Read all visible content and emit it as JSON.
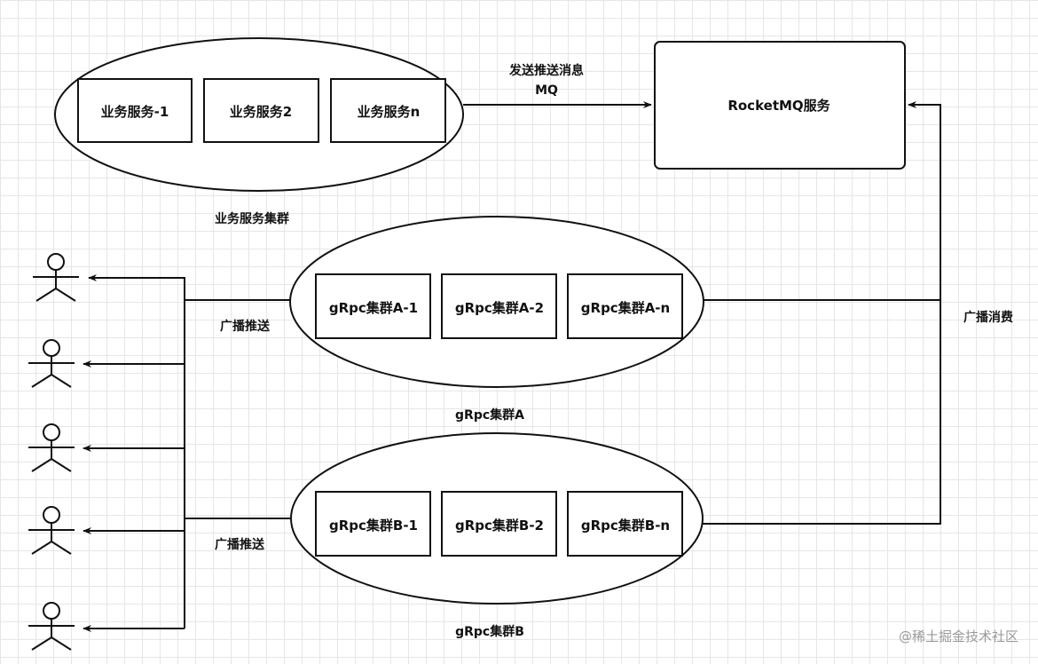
{
  "business_cluster": {
    "label": "业务服务集群",
    "services": [
      "业务服务-1",
      "业务服务2",
      "业务服务n"
    ]
  },
  "mq": {
    "label": "RocketMQ服务",
    "send_label_line1": "发送推送消息",
    "send_label_line2": "MQ"
  },
  "grpc_a": {
    "label": "gRpc集群A",
    "nodes": [
      "gRpc集群A-1",
      "gRpc集群A-2",
      "gRpc集群A-n"
    ]
  },
  "grpc_b": {
    "label": "gRpc集群B",
    "nodes": [
      "gRpc集群B-1",
      "gRpc集群B-2",
      "gRpc集群B-n"
    ]
  },
  "edges": {
    "broadcast_consume": "广播消费",
    "broadcast_push_a": "广播推送",
    "broadcast_push_b": "广播推送"
  },
  "users": {
    "count": 5
  },
  "watermark": "@稀土掘金技术社区"
}
